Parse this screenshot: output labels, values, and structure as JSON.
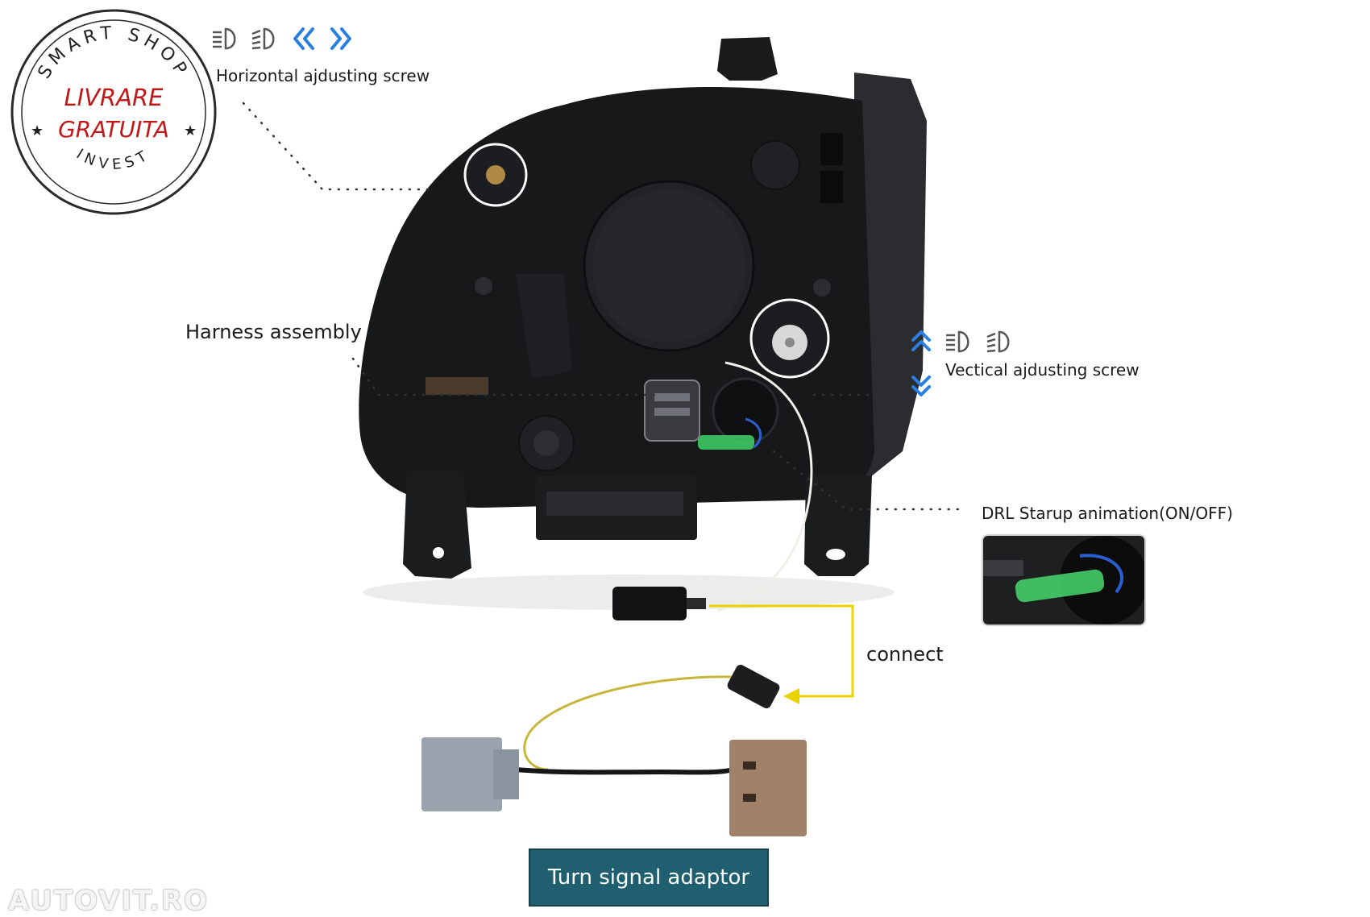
{
  "stamp": {
    "top_text": "SMART SHOP",
    "line1": "LIVRARE",
    "line2": "GRATUITA",
    "bottom_text": "INVEST",
    "color": "#c01818"
  },
  "labels": {
    "horizontal_screw": "Horizontal ajdusting screw",
    "harness": "Harness assembly",
    "vertical_screw": "Vectical ajdusting screw",
    "drl": "DRL Starup animation(ON/OFF)",
    "connect": "connect",
    "adaptor": "Turn signal adaptor"
  },
  "icons": {
    "horizontal": [
      "low-beam-icon",
      "high-beam-icon",
      "chevron-left-double-icon",
      "chevron-right-double-icon"
    ],
    "vertical": [
      "chevron-up-double-icon",
      "low-beam-icon",
      "high-beam-icon",
      "chevron-down-double-icon"
    ],
    "accent_color": "#2a7de1"
  },
  "watermark": "AUTOVIT.RO",
  "colors": {
    "housing": "#17181a",
    "wire_yellow": "#e8d400",
    "adaptor_bg": "#1f5f70",
    "connector_grey": "#9aa3ad",
    "connector_brown": "#a0826a"
  }
}
